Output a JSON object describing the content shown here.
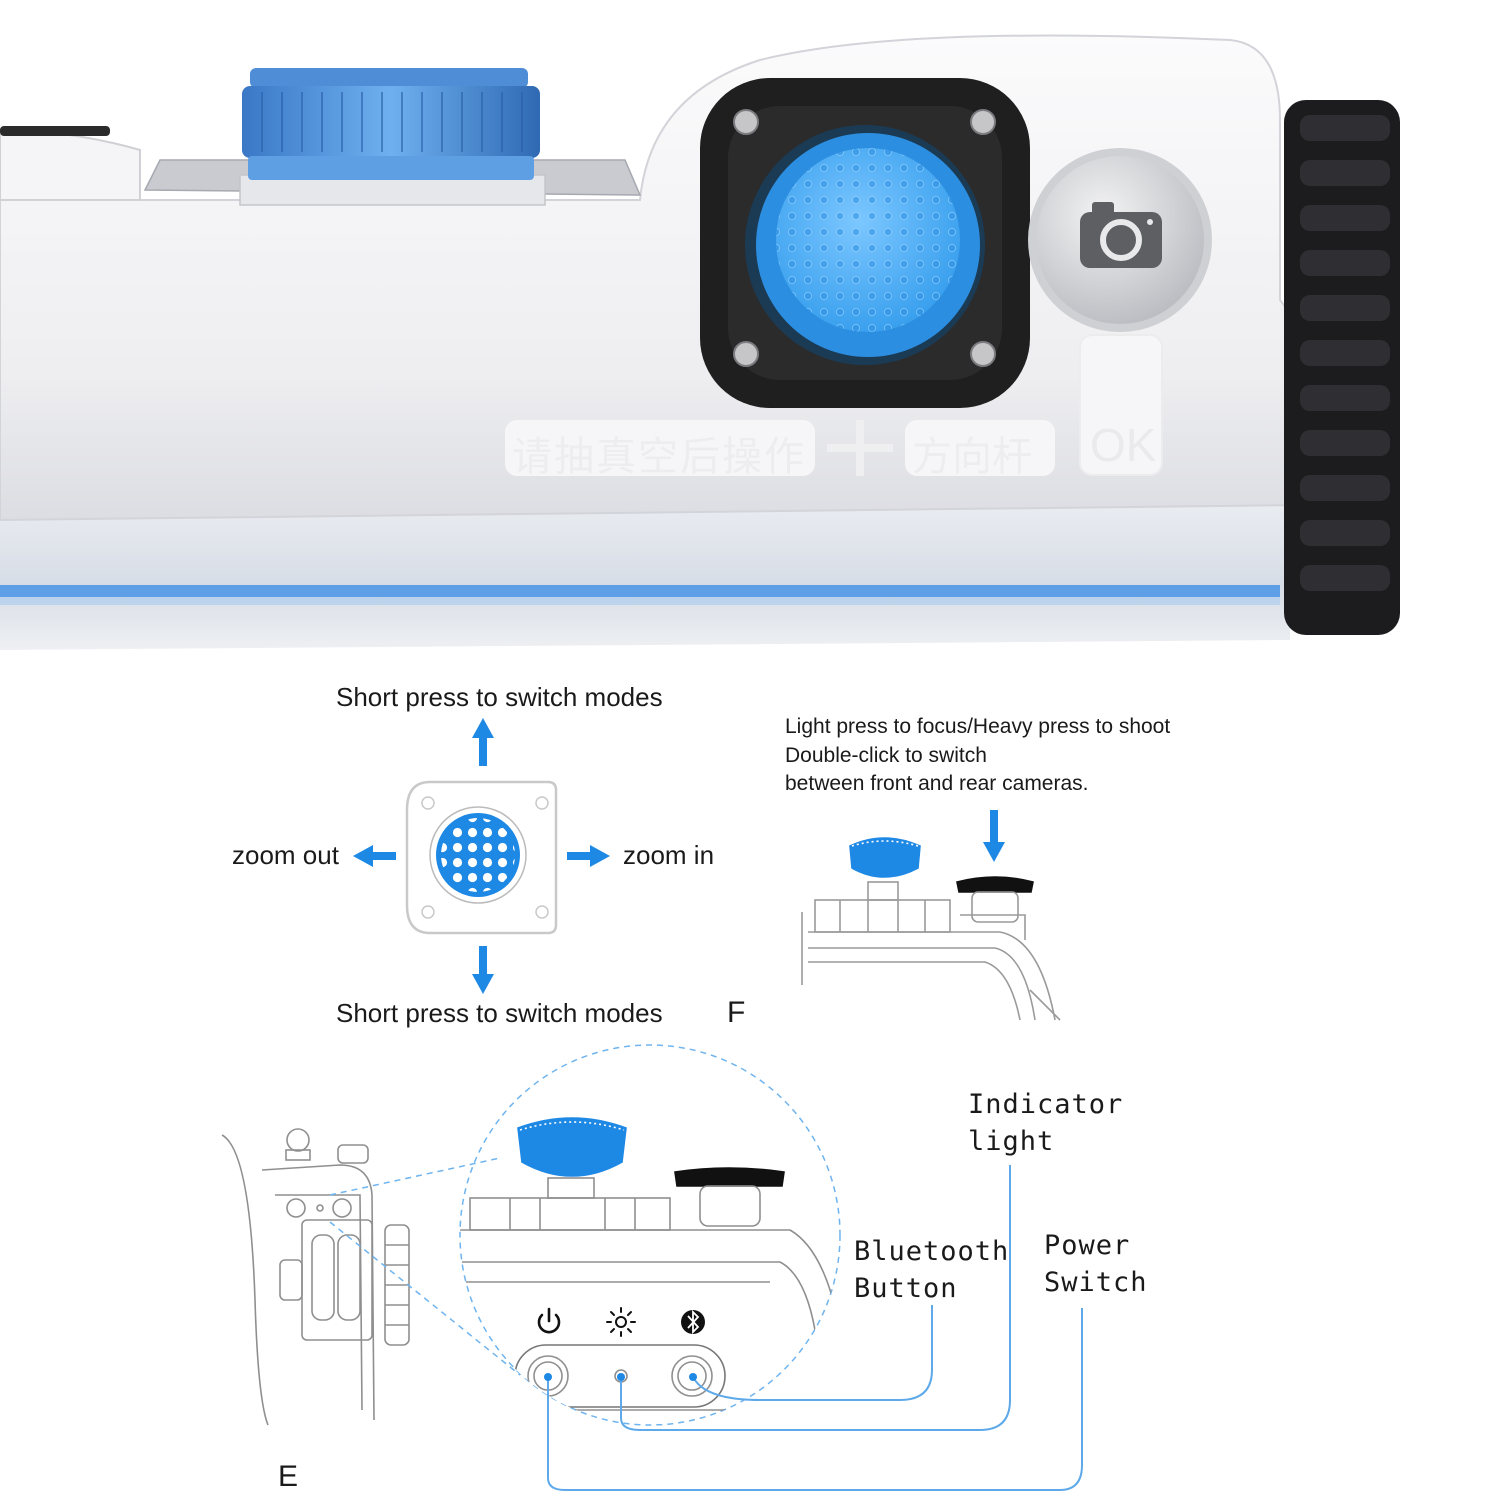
{
  "colors": {
    "accent_blue": "#1E88E5",
    "knob_blue": "#4A8FD9",
    "leader_blue": "#5DA9E9",
    "housing_white": "#F1F1F3",
    "dark": "#1E1E1E"
  },
  "photo": {
    "embossed_text": "请抽真空后操作",
    "embossed_joystick": "方向杆",
    "embossed_ok": "OK",
    "shutter_icon": "camera-icon"
  },
  "joystick_diagram": {
    "up_label": "Short press to switch modes",
    "down_label": "Short press to switch modes",
    "left_label": "zoom out",
    "right_label": "zoom in",
    "panel_letter": "F"
  },
  "shutter_diagram": {
    "line1": "Light press to focus/Heavy press to shoot",
    "line2": "Double-click to switch",
    "line3": "between front and rear cameras."
  },
  "buttons_diagram": {
    "panel_letter": "E",
    "indicator_line1": "Indicator",
    "indicator_line2": "light",
    "bluetooth_line1": "Bluetooth",
    "bluetooth_line2": "Button",
    "power_line1": "Power",
    "power_line2": "Switch",
    "icons": [
      "power-icon",
      "brightness-icon",
      "bluetooth-icon"
    ]
  }
}
